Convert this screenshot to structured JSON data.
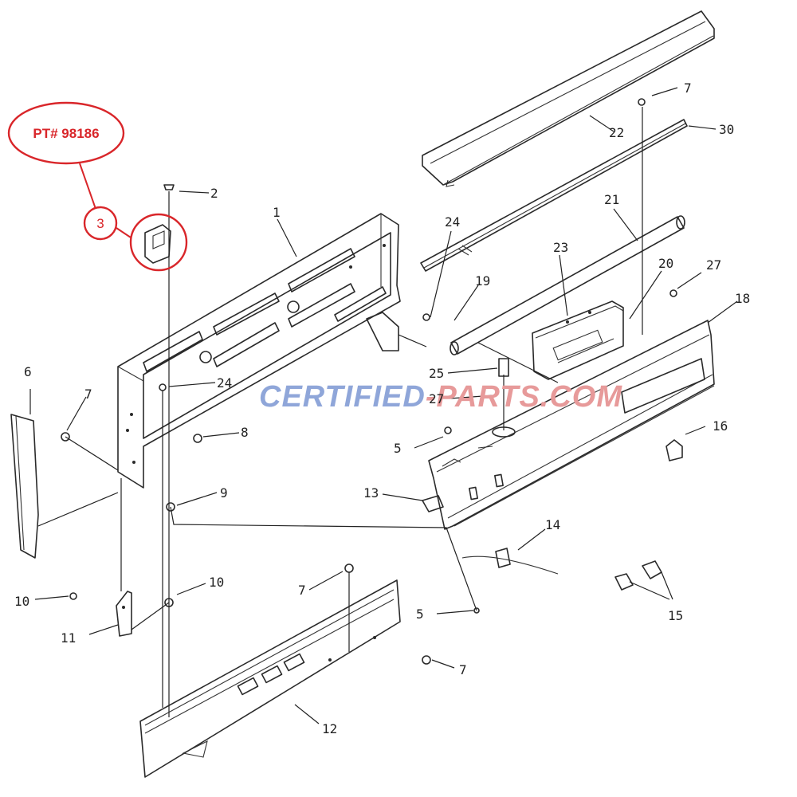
{
  "callout": {
    "part_number": "PT# 98186",
    "item": "3"
  },
  "watermark": {
    "left": "CERTIFIED",
    "right": "-PARTS.COM",
    "left_color": "#8fa6d9",
    "right_color": "#e79a9a"
  },
  "labels": {
    "l1": "1",
    "l2": "2",
    "l5a": "5",
    "l5b": "5",
    "l6": "6",
    "l7a": "7",
    "l7b": "7",
    "l7c": "7",
    "l7d": "7",
    "l8": "8",
    "l9": "9",
    "l10a": "10",
    "l10b": "10",
    "l11": "11",
    "l12": "12",
    "l13": "13",
    "l14": "14",
    "l15": "15",
    "l16": "16",
    "l18": "18",
    "l19": "19",
    "l20": "20",
    "l21": "21",
    "l22": "22",
    "l23": "23",
    "l24a": "24",
    "l24b": "24",
    "l25": "25",
    "l27a": "27",
    "l27b": "27",
    "l30": "30"
  }
}
